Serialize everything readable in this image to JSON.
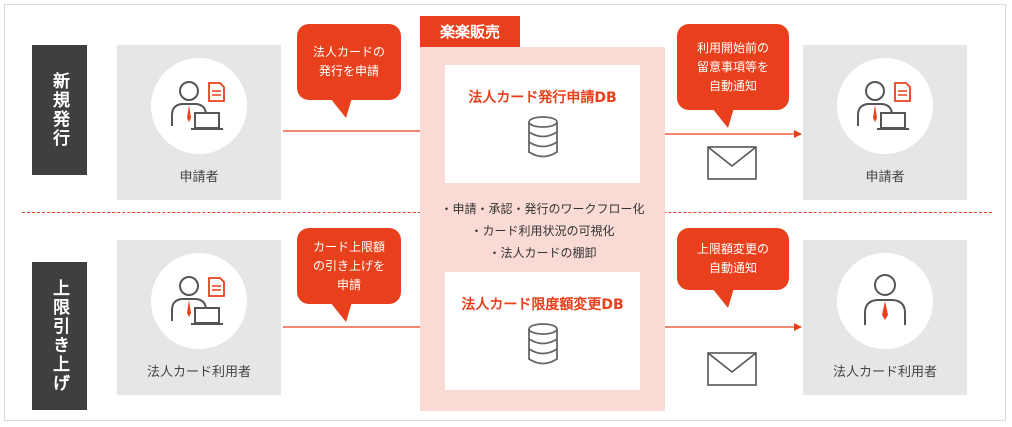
{
  "colors": {
    "accent": "#e8401c",
    "panel": "#fadad5",
    "gray_box": "#e6e6e6",
    "dark_label": "#3f3f3f"
  },
  "rows": {
    "new_issue": {
      "label": "新規発行",
      "applicant_label": "申請者",
      "bubble_request": "法人カードの\n発行を申請",
      "db_title": "法人カード発行申請DB",
      "bubble_notify": "利用開始前の\n留意事項等を\n自動通知",
      "recipient_label": "申請者"
    },
    "limit_increase": {
      "label": "上限引き上げ",
      "applicant_label": "法人カード利用者",
      "bubble_request": "カード上限額\nの引き上げを\n申請",
      "db_title": "法人カード限度額変更DB",
      "bubble_notify": "上限額変更の\n自動通知",
      "recipient_label": "法人カード利用者"
    }
  },
  "system_name": "楽楽販売",
  "features": [
    "・申請・承認・発行のワークフロー化",
    "・カード利用状況の可視化",
    "・法人カードの棚卸"
  ],
  "icons": {
    "applicant": "person-with-laptop-and-document-icon",
    "user": "person-with-tie-icon",
    "database": "database-icon",
    "mail": "envelope-icon",
    "arrow": "arrow-right-icon"
  }
}
